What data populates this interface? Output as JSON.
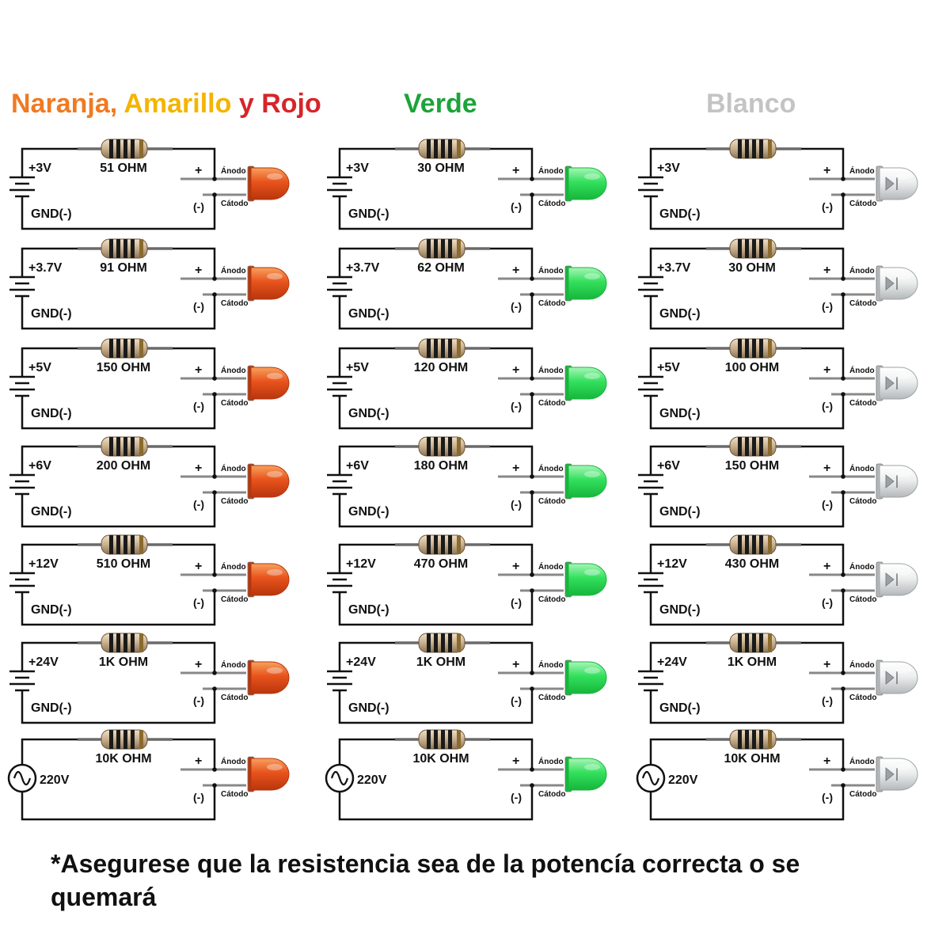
{
  "headers": {
    "red": {
      "parts": [
        {
          "text": "Naranja, ",
          "color": "#f07a22"
        },
        {
          "text": "Amarillo ",
          "color": "#f4b400"
        },
        {
          "text": "y ",
          "color": "#d6252a"
        },
        {
          "text": "Rojo",
          "color": "#d6252a"
        }
      ]
    },
    "green": {
      "text": "Verde",
      "color": "#1ca43a"
    },
    "white": {
      "text": "Blanco",
      "color": "#c4c4c4"
    }
  },
  "labels": {
    "gnd": "GND(-)",
    "plus": "+",
    "minus": "(-)",
    "anode": "Ánodo",
    "cathode": "Cátodo"
  },
  "columns": [
    {
      "led": "red",
      "rows": [
        {
          "voltage": "+3V",
          "resistor": "51 OHM",
          "source": "dc"
        },
        {
          "voltage": "+3.7V",
          "resistor": "91 OHM",
          "source": "dc"
        },
        {
          "voltage": "+5V",
          "resistor": "150 OHM",
          "source": "dc"
        },
        {
          "voltage": "+6V",
          "resistor": "200 OHM",
          "source": "dc"
        },
        {
          "voltage": "+12V",
          "resistor": "510 OHM",
          "source": "dc"
        },
        {
          "voltage": "+24V",
          "resistor": "1K OHM",
          "source": "dc"
        },
        {
          "voltage": "220V",
          "resistor": "10K OHM",
          "source": "ac"
        }
      ]
    },
    {
      "led": "green",
      "rows": [
        {
          "voltage": "+3V",
          "resistor": "30 OHM",
          "source": "dc"
        },
        {
          "voltage": "+3.7V",
          "resistor": "62 OHM",
          "source": "dc"
        },
        {
          "voltage": "+5V",
          "resistor": "120 OHM",
          "source": "dc"
        },
        {
          "voltage": "+6V",
          "resistor": "180 OHM",
          "source": "dc"
        },
        {
          "voltage": "+12V",
          "resistor": "470 OHM",
          "source": "dc"
        },
        {
          "voltage": "+24V",
          "resistor": "1K OHM",
          "source": "dc"
        },
        {
          "voltage": "220V",
          "resistor": "10K OHM",
          "source": "ac"
        }
      ]
    },
    {
      "led": "white",
      "rows": [
        {
          "voltage": "+3V",
          "resistor": "",
          "source": "dc"
        },
        {
          "voltage": "+3.7V",
          "resistor": "30 OHM",
          "source": "dc"
        },
        {
          "voltage": "+5V",
          "resistor": "100 OHM",
          "source": "dc"
        },
        {
          "voltage": "+6V",
          "resistor": "150 OHM",
          "source": "dc"
        },
        {
          "voltage": "+12V",
          "resistor": "430 OHM",
          "source": "dc"
        },
        {
          "voltage": "+24V",
          "resistor": "1K OHM",
          "source": "dc"
        },
        {
          "voltage": "220V",
          "resistor": "10K OHM",
          "source": "ac"
        }
      ]
    }
  ],
  "led_colors": {
    "red": {
      "body": "#e8531c",
      "light": "#f7a15e",
      "dark": "#b8360d"
    },
    "green": {
      "body": "#32e05c",
      "light": "#a8f5b8",
      "dark": "#17b63c"
    },
    "white": {
      "body": "#eef0f0",
      "light": "#ffffff",
      "dark": "#b4b8ba"
    }
  },
  "footnote": "*Asegurese que la resistencia sea de la potencía correcta o se quemará"
}
